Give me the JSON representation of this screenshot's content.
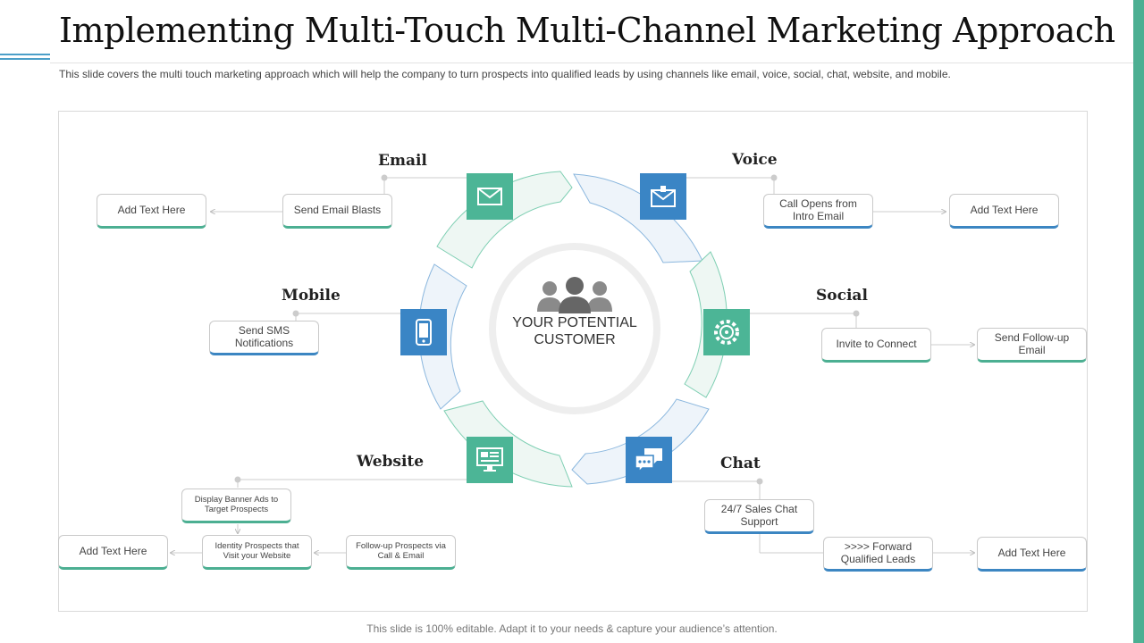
{
  "title": "Implementing Multi-Touch Multi-Channel Marketing Approach",
  "subtitle": "This slide covers the multi touch marketing approach which will help the company to turn prospects into qualified leads by using channels like email, voice, social, chat, website, and mobile.",
  "footer": "This slide is 100% editable. Adapt it to your needs & capture your audience’s attention.",
  "center": {
    "text": "YOUR POTENTIAL CUSTOMER"
  },
  "colors": {
    "green": "#4cb596",
    "blue": "#3a85c5"
  },
  "channels": {
    "email": {
      "label": "Email",
      "icon": "envelope-icon",
      "boxes": [
        "Send Email Blasts",
        "Add Text Here"
      ]
    },
    "voice": {
      "label": "Voice",
      "icon": "voice-envelope-icon",
      "boxes": [
        "Call Opens from Intro Email",
        "Add Text Here"
      ]
    },
    "mobile": {
      "label": "Mobile",
      "icon": "mobile-phone-icon",
      "boxes": [
        "Send SMS Notifications"
      ]
    },
    "social": {
      "label": "Social",
      "icon": "gear-network-icon",
      "boxes": [
        "Invite  to Connect",
        "Send Follow-up Email"
      ]
    },
    "website": {
      "label": "Website",
      "icon": "monitor-icon",
      "boxes": [
        "Display Banner Ads to Target Prospects",
        "Identity Prospects that Visit your Website",
        "Follow-up Prospects via Call & Email",
        "Add Text Here"
      ]
    },
    "chat": {
      "label": "Chat",
      "icon": "chat-bubbles-icon",
      "boxes": [
        "24/7 Sales Chat Support",
        ">>>> Forward Qualified Leads",
        "Add Text Here"
      ]
    }
  }
}
